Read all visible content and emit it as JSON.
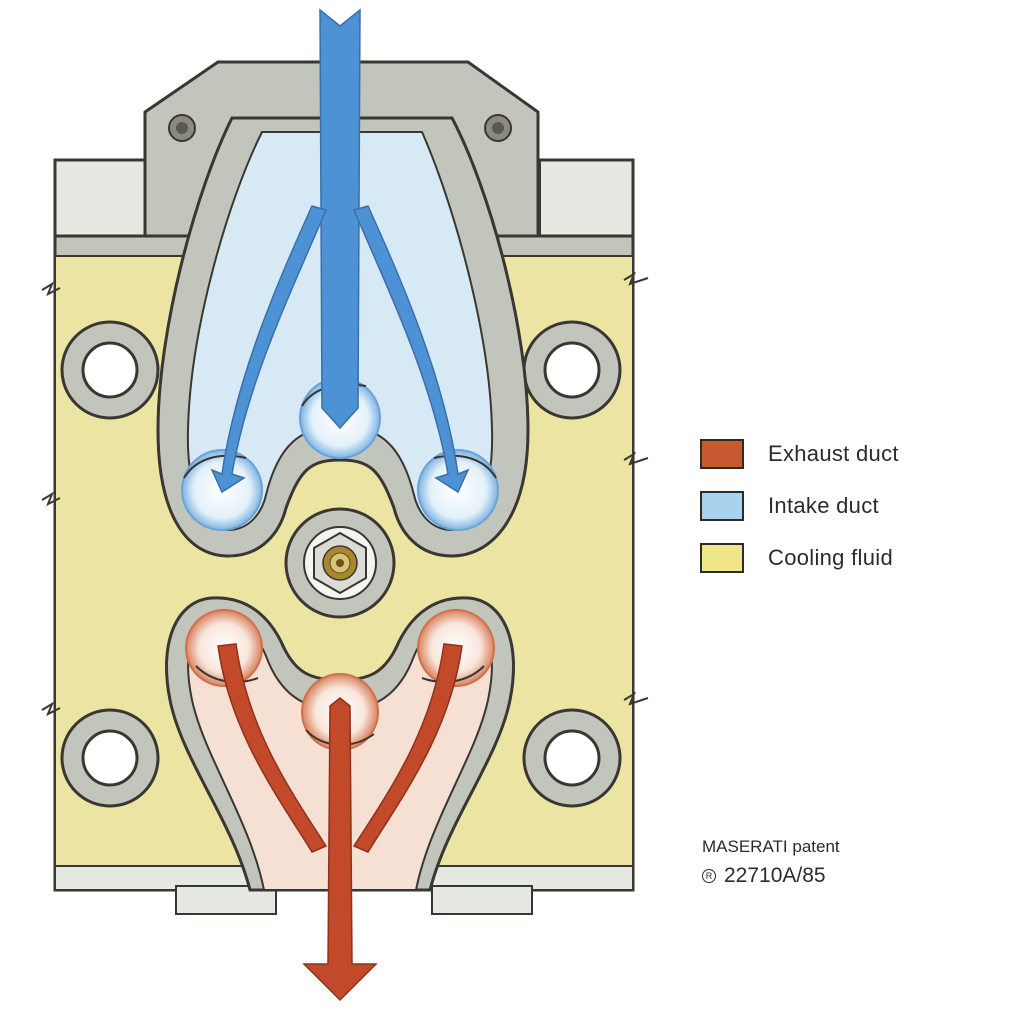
{
  "legend": {
    "items": [
      {
        "label": "Exhaust duct",
        "color": "#c85a32"
      },
      {
        "label": "Intake duct",
        "color": "#a9d2ee"
      },
      {
        "label": "Cooling fluid",
        "color": "#efe68a"
      }
    ]
  },
  "patent": {
    "line1": "MASERATI patent",
    "reg_symbol": "R",
    "number": "22710A/85"
  },
  "colors": {
    "cooling_fluid": "#ebe4a2",
    "metal": "#c2c5bc",
    "intake_flow": "#4e92d6",
    "intake_duct": "#d6e9f5",
    "exhaust_flow": "#c24a2a",
    "exhaust_duct": "#f6e0d4",
    "outline": "#3a3632"
  }
}
